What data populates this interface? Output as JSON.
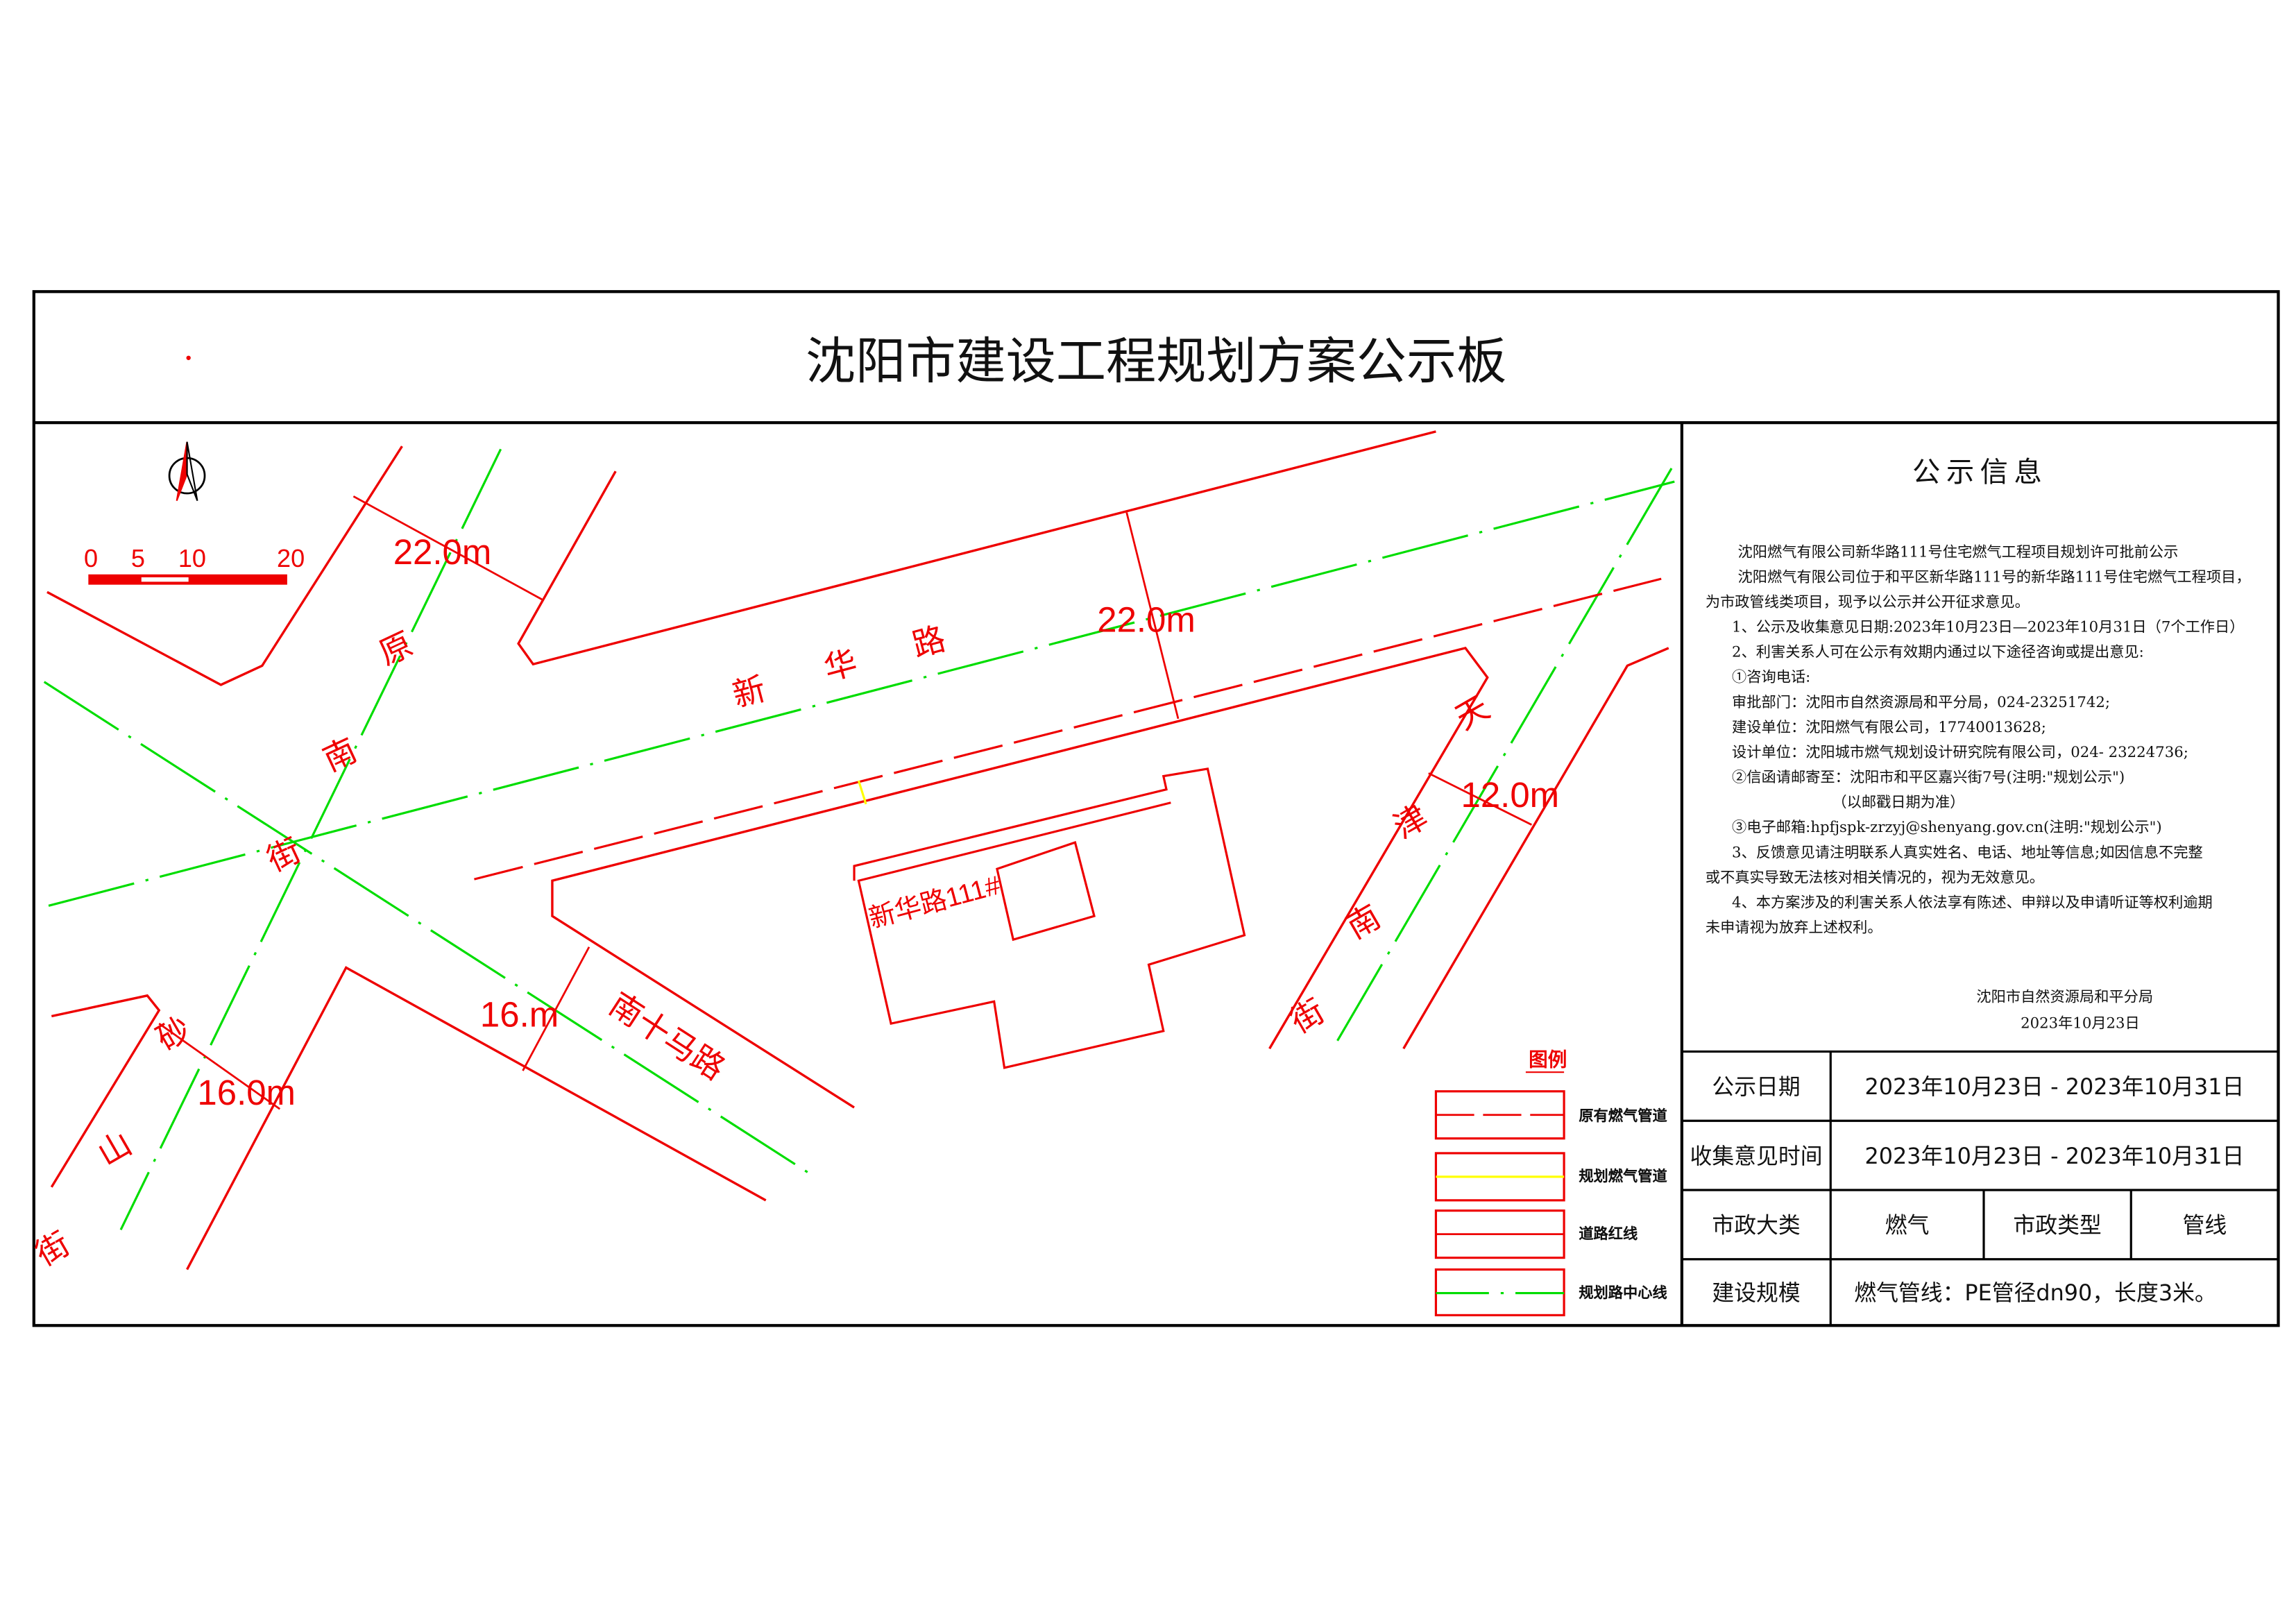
{
  "title": "沈阳市建设工程规划方案公示板",
  "map": {
    "scale_bar": {
      "ticks": [
        "0",
        "5",
        "10",
        "20"
      ]
    },
    "dimensions": {
      "d1": "22.0m",
      "d2": "22.0m",
      "d3": "16.m",
      "d4": "16.0m",
      "d5": "12.0m"
    },
    "streets": {
      "yuannan": [
        "原",
        "南",
        "街"
      ],
      "xinhua": [
        "新",
        "华",
        "路"
      ],
      "tianjin": [
        "天",
        "津",
        "南",
        "街"
      ],
      "nanshima": "南十马路",
      "shashan": [
        "砂",
        "山",
        "街"
      ]
    },
    "building_label": "新华路111#",
    "legend": {
      "title": "图例",
      "items": [
        {
          "label": "原有燃气管道",
          "color": "#e00000"
        },
        {
          "label": "规划燃气管道",
          "color": "#ffff00"
        },
        {
          "label": "道路红线",
          "color": "#e00000"
        },
        {
          "label": "规划路中心线",
          "color": "#00dd00"
        }
      ]
    }
  },
  "info": {
    "heading": "公示信息",
    "lines": [
      "沈阳燃气有限公司新华路111号住宅燃气工程项目规划许可批前公示",
      "沈阳燃气有限公司位于和平区新华路111号的新华路111号住宅燃气工程项目，",
      "为市政管线类项目，现予以公示并公开征求意见。",
      "1、公示及收集意见日期:2023年10月23日—2023年10月31日（7个工作日）",
      "2、利害关系人可在公示有效期内通过以下途径咨询或提出意见:",
      "①咨询电话:",
      "审批部门：沈阳市自然资源局和平分局，024-23251742;",
      "建设单位：沈阳燃气有限公司，17740013628;",
      "设计单位：沈阳城市燃气规划设计研究院有限公司，024- 23224736;",
      "②信函请邮寄至：沈阳市和平区嘉兴街7号(注明:\"规划公示\")",
      "（以邮戳日期为准）",
      "③电子邮箱:hpfjspk-zrzyj@shenyang.gov.cn(注明:\"规划公示\")",
      "3、反馈意见请注明联系人真实姓名、电话、地址等信息;如因信息不完整",
      "或不真实导致无法核对相关情况的，视为无效意见。",
      "4、本方案涉及的利害关系人依法享有陈述、申辩以及申请听证等权利逾期",
      "未申请视为放弃上述权利。"
    ],
    "signature": "沈阳市自然资源局和平分局",
    "date": "2023年10月23日"
  },
  "table": {
    "publicity_date_label": "公示日期",
    "publicity_date_value": "2023年10月23日 - 2023年10月31日",
    "feedback_label": "收集意见时间",
    "feedback_value": "2023年10月23日 - 2023年10月31日",
    "category_label": "市政大类",
    "category_value": "燃气",
    "type_label": "市政类型",
    "type_value": "管线",
    "scale_label": "建设规模",
    "scale_value": "燃气管线：PE管径dn90，长度3米。"
  }
}
